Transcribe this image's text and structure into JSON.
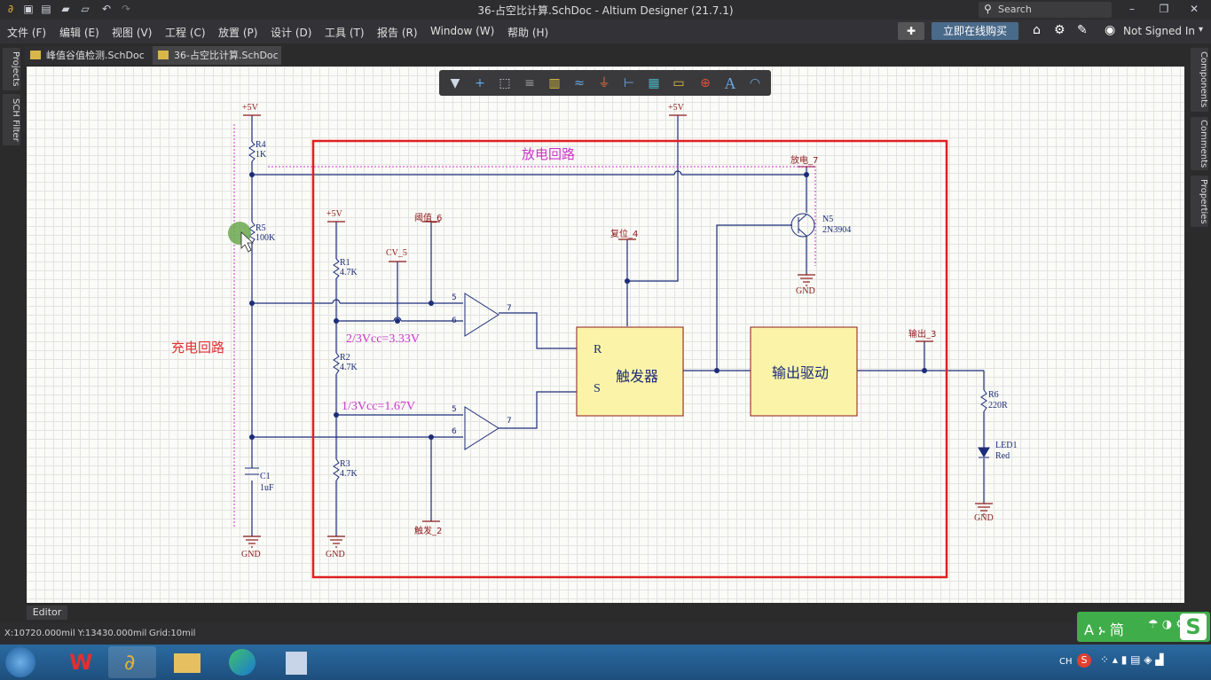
{
  "app": {
    "window_title": "36-占空比计算.SchDoc - Altium Designer (21.7.1)",
    "search_placeholder": "Search",
    "not_signed_in": "Not Signed In",
    "buy_online": "立即在线购买"
  },
  "menu": [
    "文件 (F)",
    "编辑 (E)",
    "视图 (V)",
    "工程 (C)",
    "放置 (P)",
    "设计 (D)",
    "工具 (T)",
    "报告 (R)",
    "Window (W)",
    "帮助 (H)"
  ],
  "tabs": [
    {
      "label": "峰值谷值检测.SchDoc",
      "active": false
    },
    {
      "label": "36-占空比计算.SchDoc",
      "active": true
    }
  ],
  "left_panels": [
    "Projects",
    "SCH Filter"
  ],
  "right_panels": [
    "Components",
    "Comments",
    "Properties"
  ],
  "editor_tab": "Editor",
  "status": {
    "coords": "X:10720.000mil Y:13430.000mil",
    "grid": "Grid:10mil"
  },
  "schematic": {
    "box_title": "放电回路",
    "charge_label": "充电回路",
    "ratio_high": "2/3Vcc=3.33V",
    "ratio_low": "1/3Vcc=1.67V",
    "trigger_block": "触发器",
    "trigger_r": "R",
    "trigger_s": "S",
    "driver_block": "输出驱动",
    "power": "+5V",
    "gnd": "GND",
    "r4": {
      "ref": "R4",
      "val": "1K"
    },
    "r5": {
      "ref": "R5",
      "val": "100K"
    },
    "c1": {
      "ref": "C1",
      "val": "1uF"
    },
    "r1": {
      "ref": "R1",
      "val": "4.7K"
    },
    "r2": {
      "ref": "R2",
      "val": "4.7K"
    },
    "r3": {
      "ref": "R3",
      "val": "4.7K"
    },
    "r6": {
      "ref": "R6",
      "val": "220R"
    },
    "n5": {
      "ref": "N5",
      "val": "2N3904"
    },
    "led": {
      "ref": "LED1",
      "val": "Red"
    },
    "net_threshold": "阈值_6",
    "net_cv": "CV_5",
    "net_reset": "复位_4",
    "net_discharge": "放电_7",
    "net_output": "输出_3",
    "net_trigger": "触发_2",
    "pin5": "5",
    "pin6": "6",
    "pin7": "7"
  },
  "taskbar": {
    "ime_label": "A ኑ 简",
    "lang": "CH"
  }
}
